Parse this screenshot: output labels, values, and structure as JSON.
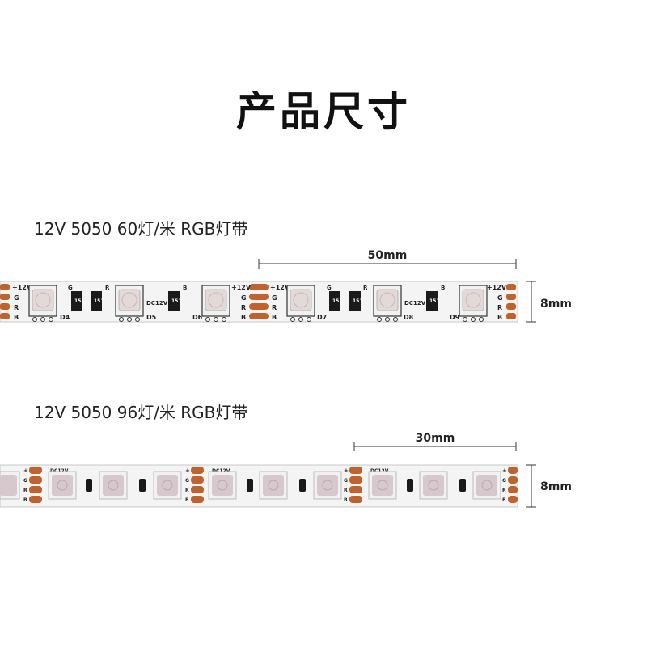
{
  "title": "产品尺寸",
  "strips": [
    {
      "label": "12V 5050 60灯/米 RGB灯带",
      "length_dim": "50mm",
      "width_dim": "8mm",
      "silk": {
        "plus12v": "+12V",
        "g": "G",
        "r": "R",
        "b": "B",
        "dc12v": "DC12V",
        "resistor": "151",
        "leds": [
          "D4",
          "D5",
          "D6",
          "D7",
          "D8",
          "D9"
        ]
      }
    },
    {
      "label": "12V 5050 96灯/米 RGB灯带",
      "length_dim": "30mm",
      "width_dim": "8mm",
      "silk": {
        "plus": "+",
        "g": "G",
        "r": "R",
        "b": "B",
        "dc12v": "DC12V"
      }
    }
  ],
  "colors": {
    "pcb": "#f4f4f4",
    "pcb_edge": "#c8c8c8",
    "copper_pad": "#c0622d",
    "led_body": "#f1f1f1",
    "led_lens": "#e3d9d6",
    "led_lens_strip2": "#d6c8cc",
    "resistor": "#1a1a1a",
    "dim_line": "#333333"
  }
}
